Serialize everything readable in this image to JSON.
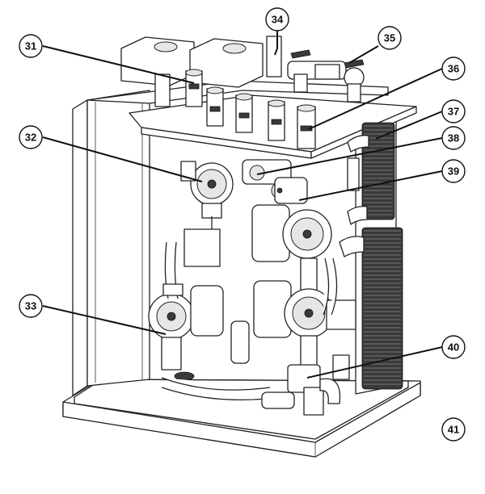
{
  "diagram": {
    "callouts": [
      {
        "id": "31",
        "label": "31"
      },
      {
        "id": "32",
        "label": "32"
      },
      {
        "id": "33",
        "label": "33"
      },
      {
        "id": "34",
        "label": "34"
      },
      {
        "id": "35",
        "label": "35"
      },
      {
        "id": "36",
        "label": "36"
      },
      {
        "id": "37",
        "label": "37"
      },
      {
        "id": "38",
        "label": "38"
      },
      {
        "id": "39",
        "label": "39"
      },
      {
        "id": "40",
        "label": "40"
      },
      {
        "id": "41",
        "label": "41"
      }
    ]
  },
  "colors": {
    "line": "#222222",
    "fill": "#ffffff",
    "exchanger": "#3a3a3a"
  }
}
